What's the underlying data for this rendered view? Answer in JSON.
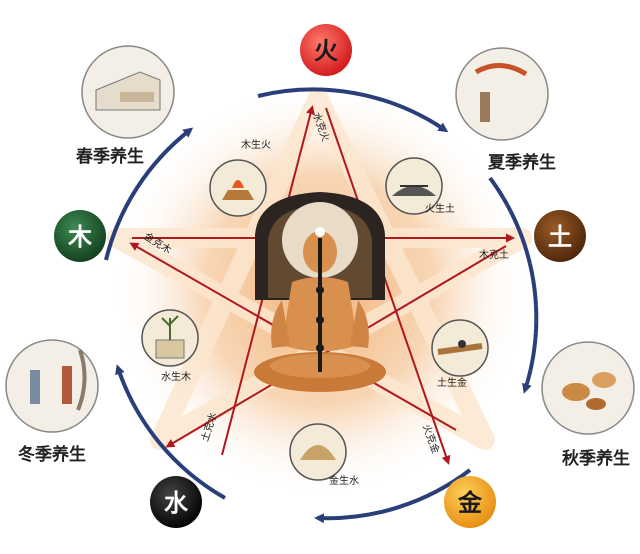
{
  "elements": {
    "fire": {
      "char": "火",
      "color": "#e8262b",
      "text_color": "#1a1a1a"
    },
    "earth": {
      "char": "土",
      "color": "#6b3b14",
      "text_color": "#ffffff"
    },
    "metal": {
      "char": "金",
      "color": "#f2a21a",
      "text_color": "#1a1a1a"
    },
    "water": {
      "char": "水",
      "color": "#111111",
      "text_color": "#ffffff"
    },
    "wood": {
      "char": "木",
      "color": "#1e5a2e",
      "text_color": "#ffffff"
    }
  },
  "seasons": {
    "spring": "春季养生",
    "summer": "夏季养生",
    "autumn": "秋季养生",
    "winter": "冬季养生"
  },
  "generating": {
    "wood_fire": "木生火",
    "fire_earth": "火生土",
    "earth_metal": "土生金",
    "metal_water": "金生水",
    "water_wood": "水生木"
  },
  "controlling": {
    "water_fire": "水克火",
    "wood_earth": "木克土",
    "fire_metal": "火克金",
    "earth_water": "土克水",
    "metal_wood": "金克木"
  },
  "colors": {
    "cycle_arrow": "#2a3f7a",
    "star_arrow": "#b0171f",
    "center_glow": "#f6c48e",
    "figure_skin": "#d9904e",
    "halo": "#2b2420"
  }
}
